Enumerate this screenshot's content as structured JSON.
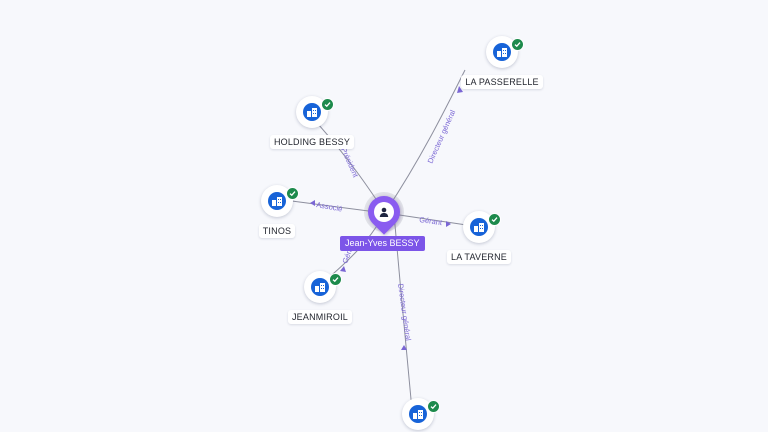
{
  "center": {
    "name": "Jean-Yves BESSY",
    "icon": "person-icon",
    "color": "#8a5cf0"
  },
  "nodes": [
    {
      "id": "la-passerelle",
      "label": "LA PASSERELLE",
      "icon": "company-icon",
      "verified": true
    },
    {
      "id": "holding-bessy",
      "label": "HOLDING BESSY",
      "icon": "company-icon",
      "verified": true
    },
    {
      "id": "tinos",
      "label": "TINOS",
      "icon": "company-icon",
      "verified": true
    },
    {
      "id": "la-taverne",
      "label": "LA TAVERNE",
      "icon": "company-icon",
      "verified": true
    },
    {
      "id": "jeanmiroil",
      "label": "JEANMIROIL",
      "icon": "company-icon",
      "verified": true
    },
    {
      "id": "bottom-company",
      "label": "",
      "icon": "company-icon",
      "verified": true
    }
  ],
  "edges": [
    {
      "to": "la-passerelle",
      "label": "Directeur général"
    },
    {
      "to": "holding-bessy",
      "label": "Président"
    },
    {
      "to": "tinos",
      "label": "Associé"
    },
    {
      "to": "la-taverne",
      "label": "Gérant"
    },
    {
      "to": "jeanmiroil",
      "label": "Gérant"
    },
    {
      "to": "bottom-company",
      "label": "Directeur général"
    }
  ],
  "colors": {
    "node_fill": "#1763d8",
    "verified_badge": "#1d8a4c",
    "edge_label": "#7a66d4"
  }
}
